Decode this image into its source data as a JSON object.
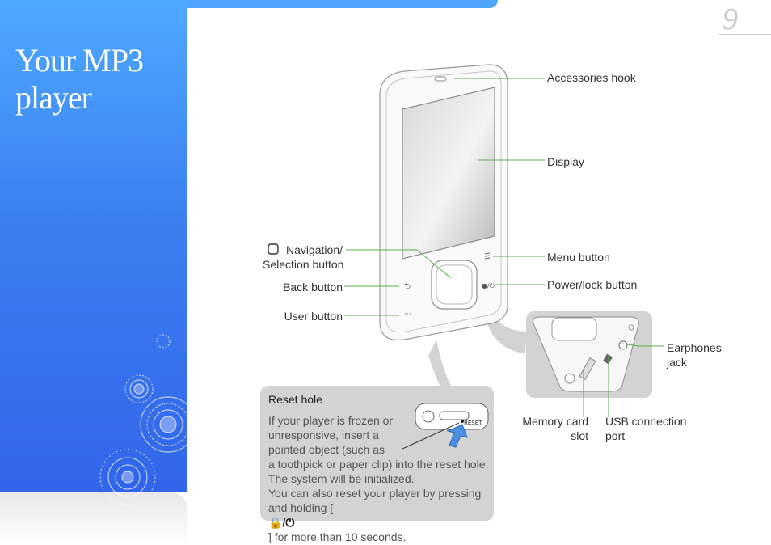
{
  "page": {
    "number": "9",
    "title_line1": "Your MP3",
    "title_line2": "player"
  },
  "labels": {
    "accessories_hook": "Accessories hook",
    "display": "Display",
    "navigation_line1": "Navigation/",
    "navigation_line2": "Selection button",
    "menu_button": "Menu button",
    "back_button": "Back button",
    "power_lock": "Power/lock button",
    "user_button": "User button",
    "earphones_line1": "Earphones",
    "earphones_line2": "jack",
    "memory_line1": "Memory card",
    "memory_line2": "slot",
    "usb_line1": "USB connection",
    "usb_line2": "port"
  },
  "reset": {
    "title": "Reset hole",
    "lines": [
      "If your player is frozen or",
      "unresponsive, insert a",
      "pointed object (such as",
      "a toothpick or paper clip) into the reset hole.",
      "The system will be initialized.",
      "You can also reset your player by pressing"
    ],
    "last_prefix": "and holding [",
    "last_key": "🔒/⏻",
    "last_suffix": "] for more than 10 seconds.",
    "reset_tag": "RESET"
  },
  "colors": {
    "accent": "#3c7ff0",
    "leader": "#5ab04a"
  }
}
